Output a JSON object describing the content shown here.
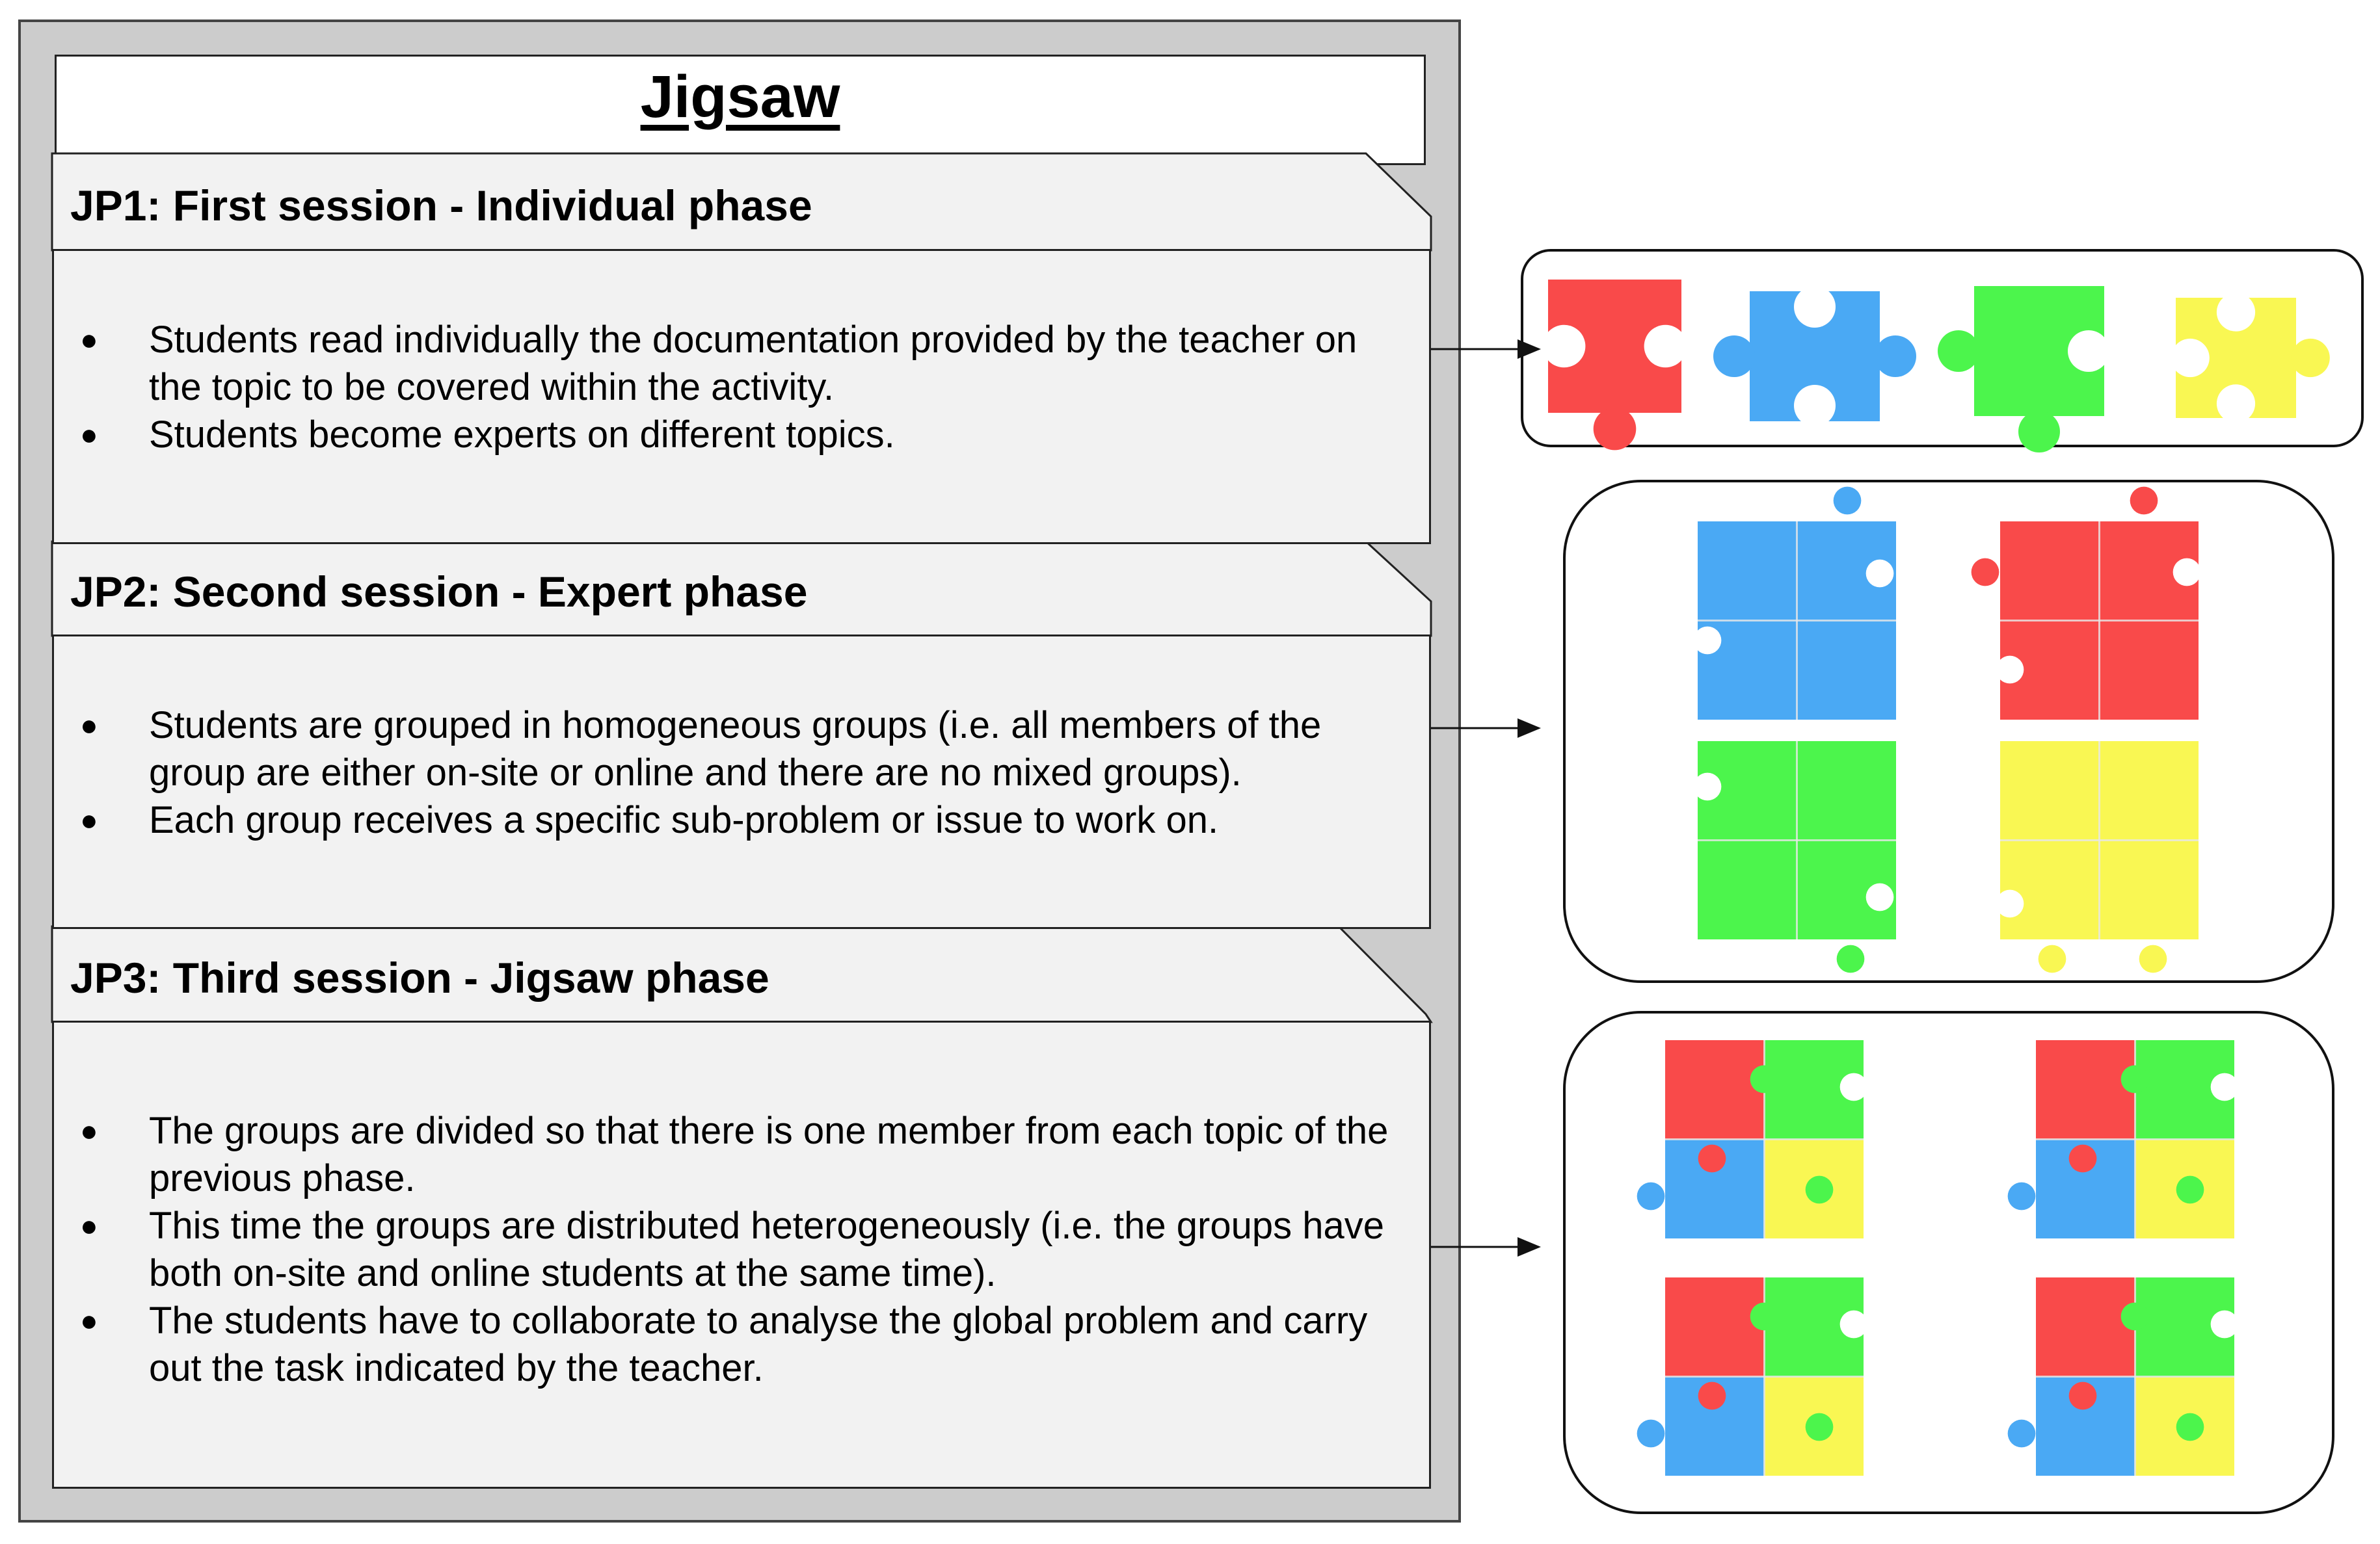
{
  "title": "Jigsaw",
  "colors": {
    "red": "#f94a4a",
    "blue": "#4aa9f4",
    "green": "#4cf54c",
    "yellow": "#f9f753",
    "frame_gray": "#cccccc",
    "body_bg": "#f2f2f2"
  },
  "phases": [
    {
      "header": "JP1: First session - Individual phase",
      "bullets": [
        "Students read individually the documentation provided by the teacher on the topic to be covered within the activity.",
        "Students become experts on different topics."
      ],
      "illustration": "four separate puzzle pieces (red, blue, green, yellow)"
    },
    {
      "header": "JP2: Second session - Expert phase",
      "bullets": [
        "Students are grouped in homogeneous groups (i.e. all members of the group are either on-site or online and there are no mixed groups).",
        "Each group receives a specific sub-problem or issue to work on."
      ],
      "illustration": "four single-colour 2x2 puzzles (blue, red, green, yellow)"
    },
    {
      "header": "JP3: Third session - Jigsaw phase",
      "bullets": [
        "The groups are divided so that there is one member from each topic of the previous phase.",
        "This time the groups are distributed heterogeneously (i.e. the groups have both on-site and online students at the same time).",
        "The students have to collaborate to analyse the global problem and carry out the task indicated by the teacher."
      ],
      "illustration": "four mixed-colour 2x2 puzzles (red, green, blue, yellow)"
    }
  ],
  "bullet_glyph": "●"
}
